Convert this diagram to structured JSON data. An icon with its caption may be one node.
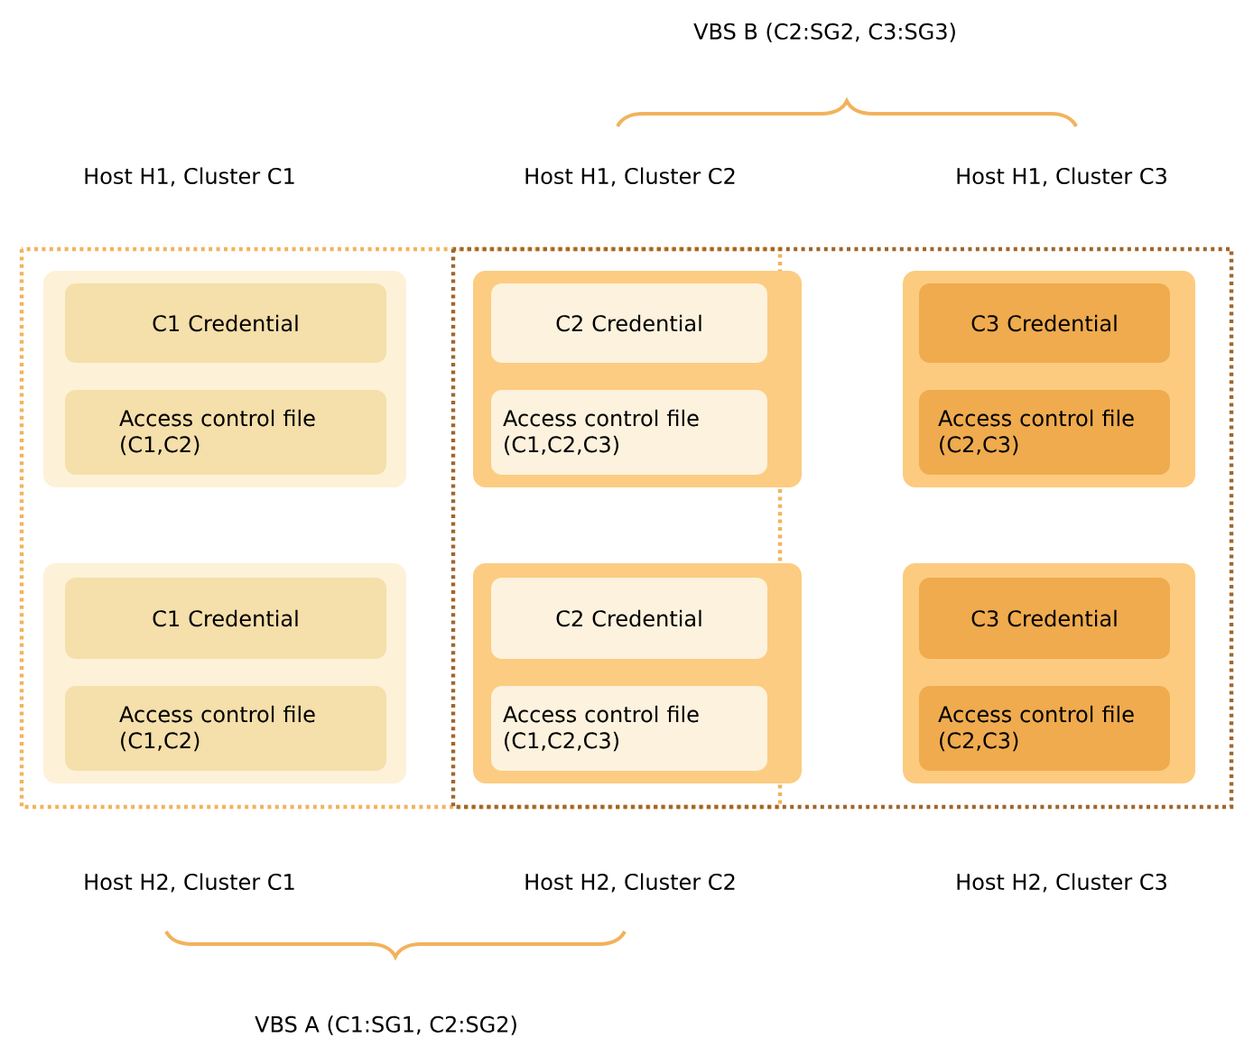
{
  "diagram": {
    "nodes": [
      {
        "text": [],
        "shape": "box"
      },
      {
        "text": [
          "C1 Credential"
        ],
        "in": 0
      },
      {
        "text": [
          "Access control file (C1,C2)"
        ],
        "in": 0
      },
      {
        "text": [],
        "shape": "box"
      },
      {
        "text": [
          "C2 Credential"
        ],
        "in": 3
      },
      {
        "text": [
          "Access control file (C1,C2,C3)"
        ],
        "in": 3
      },
      {
        "text": [],
        "shape": "box"
      },
      {
        "text": [
          "C3 Credential"
        ],
        "in": 6
      },
      {
        "text": [
          "Access control file (C2,C3)"
        ],
        "in": 6
      },
      {
        "text": [],
        "shape": "box"
      },
      {
        "text": [
          "C1 Credential"
        ],
        "in": 9
      },
      {
        "text": [
          "Access control file (C1,C2)"
        ],
        "in": 9
      },
      {
        "text": [],
        "shape": "box"
      },
      {
        "text": [
          "C2 Credential"
        ],
        "in": 12
      },
      {
        "text": [
          "Access control file (C1,C2,C3)"
        ],
        "in": 12
      },
      {
        "text": [],
        "shape": "box"
      },
      {
        "text": [
          "C3 Credential"
        ],
        "in": 15
      },
      {
        "text": [
          "Access control file (C2,C3)"
        ],
        "in": 15
      }
    ],
    "labels": [
      "VBS B (C2:SG2, C3:SG3)",
      "Host H1, Cluster C1",
      "Host H1, Cluster C2",
      "Host H1, Cluster C3",
      "Host H2, Cluster C1",
      "Host H2, Cluster C2",
      "Host H2, Cluster C3",
      "VBS A (C1:SG1, C2:SG2)"
    ]
  }
}
